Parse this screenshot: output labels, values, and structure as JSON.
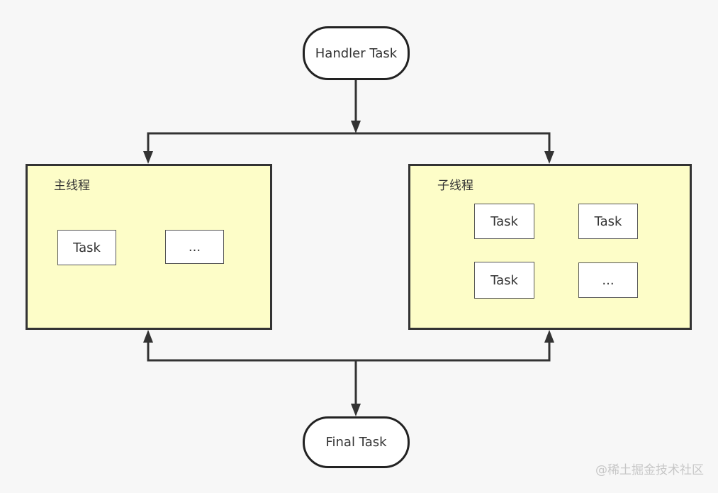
{
  "nodes": {
    "handler_task": "Handler Task",
    "final_task": "Final Task"
  },
  "main_thread": {
    "title": "主线程",
    "tasks": [
      "Task",
      "..."
    ]
  },
  "sub_thread": {
    "title": "子线程",
    "tasks": [
      "Task",
      "Task",
      "Task",
      "..."
    ]
  },
  "watermark": "@稀土掘金技术社区",
  "colors": {
    "background": "#f7f7f7",
    "container_fill": "#fdfdc8",
    "stroke": "#333333"
  }
}
